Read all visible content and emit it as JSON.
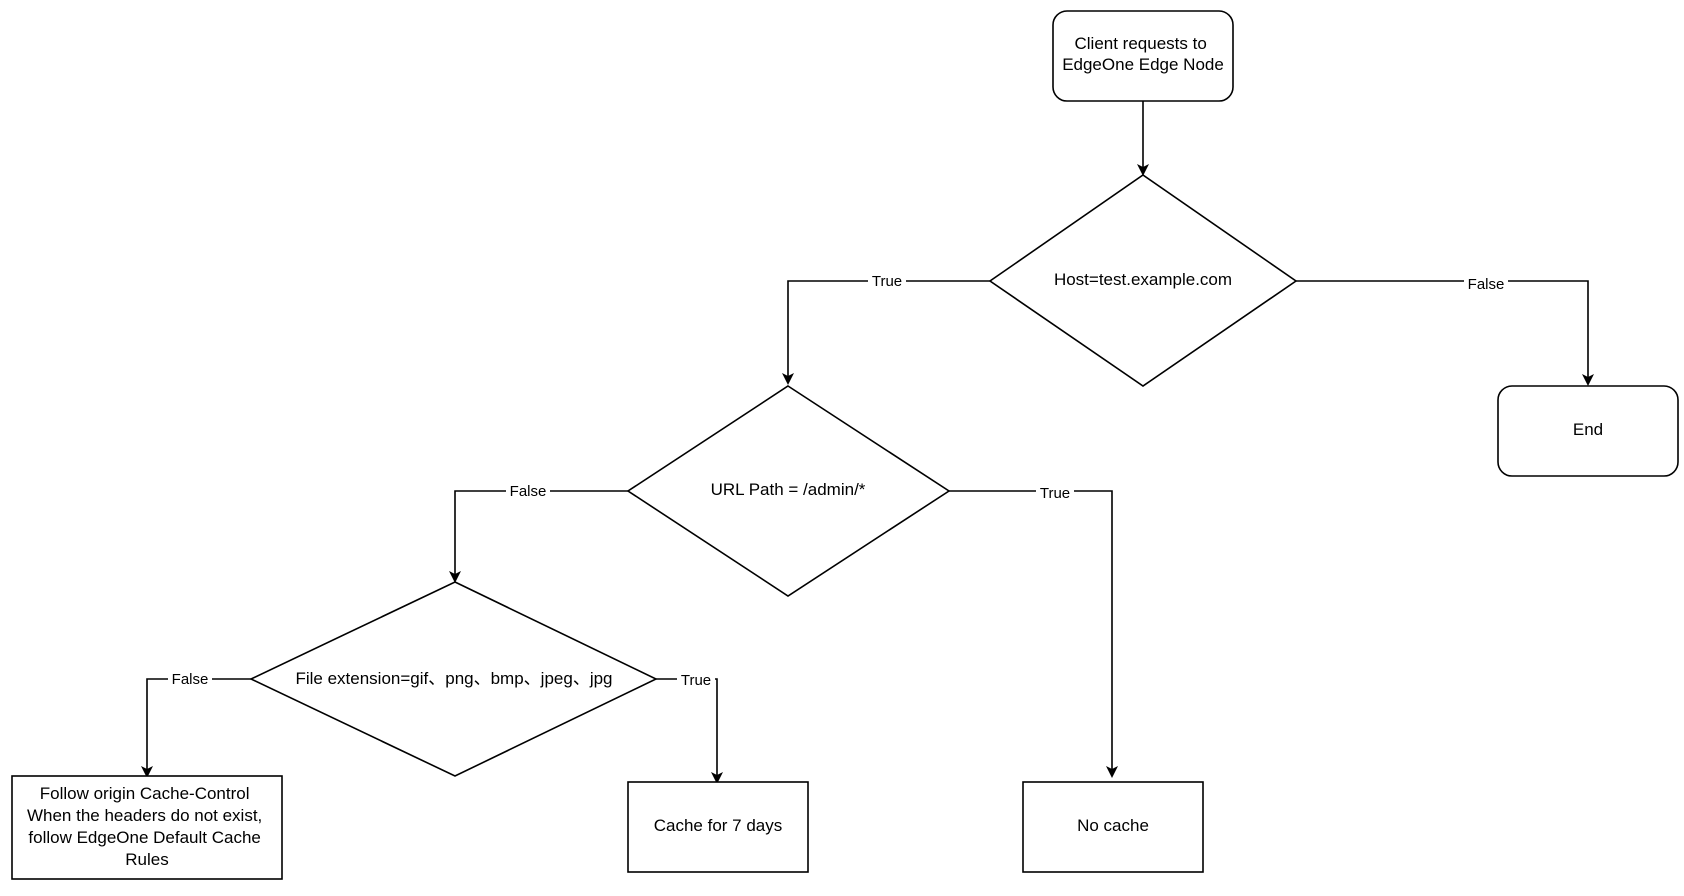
{
  "diagram": {
    "nodes": {
      "start": {
        "lines": [
          "Client requests to",
          "EdgeOne Edge Node"
        ]
      },
      "host_check": {
        "lines": [
          "Host=test.example.com"
        ]
      },
      "end": {
        "lines": [
          "End"
        ]
      },
      "url_check": {
        "lines": [
          "URL Path = /admin/*"
        ]
      },
      "ext_check": {
        "lines": [
          "File extension=gif、png、bmp、jpeg、jpg"
        ]
      },
      "follow_origin": {
        "lines": [
          "Follow origin Cache-Control",
          "When the headers do not exist,",
          "follow EdgeOne Default Cache",
          "Rules"
        ]
      },
      "cache_7d": {
        "lines": [
          "Cache for 7 days"
        ]
      },
      "no_cache": {
        "lines": [
          "No cache"
        ]
      }
    },
    "edges": {
      "start_to_host": {
        "label": ""
      },
      "host_true": {
        "label": "True"
      },
      "host_false": {
        "label": "False"
      },
      "url_false": {
        "label": "False"
      },
      "url_true": {
        "label": "True"
      },
      "ext_false": {
        "label": "False"
      },
      "ext_true": {
        "label": "True"
      }
    }
  }
}
